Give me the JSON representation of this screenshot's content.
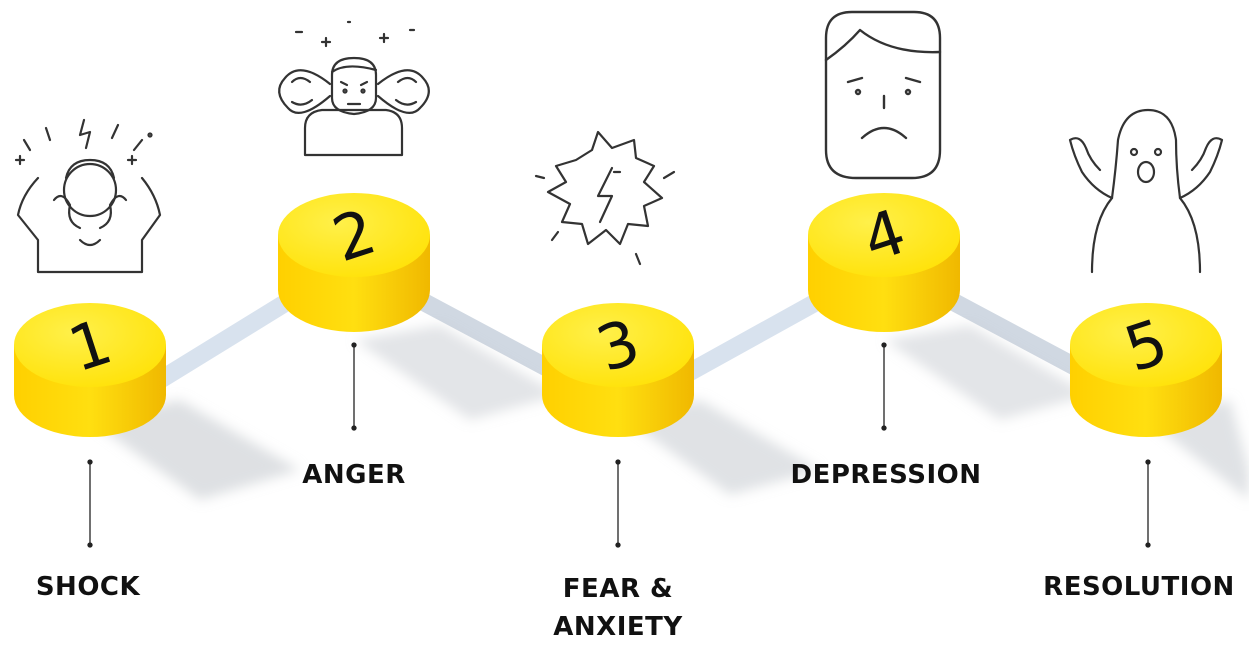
{
  "stages": [
    {
      "number": "1",
      "label": "SHOCK",
      "icon": "head-in-hands-icon"
    },
    {
      "number": "2",
      "label": "ANGER",
      "icon": "angry-steaming-person-icon"
    },
    {
      "number": "3",
      "label": "FEAR &",
      "label2": "ANXIETY",
      "icon": "lightning-burst-icon"
    },
    {
      "number": "4",
      "label": "DEPRESSION",
      "icon": "sad-face-icon"
    },
    {
      "number": "5",
      "label": "RESOLUTION",
      "icon": "ghost-arms-up-icon"
    }
  ],
  "colors": {
    "disc_top": "#ffe400",
    "disc_side": "#f2c200",
    "connector": "#d6e0ec",
    "ink": "#111111"
  }
}
